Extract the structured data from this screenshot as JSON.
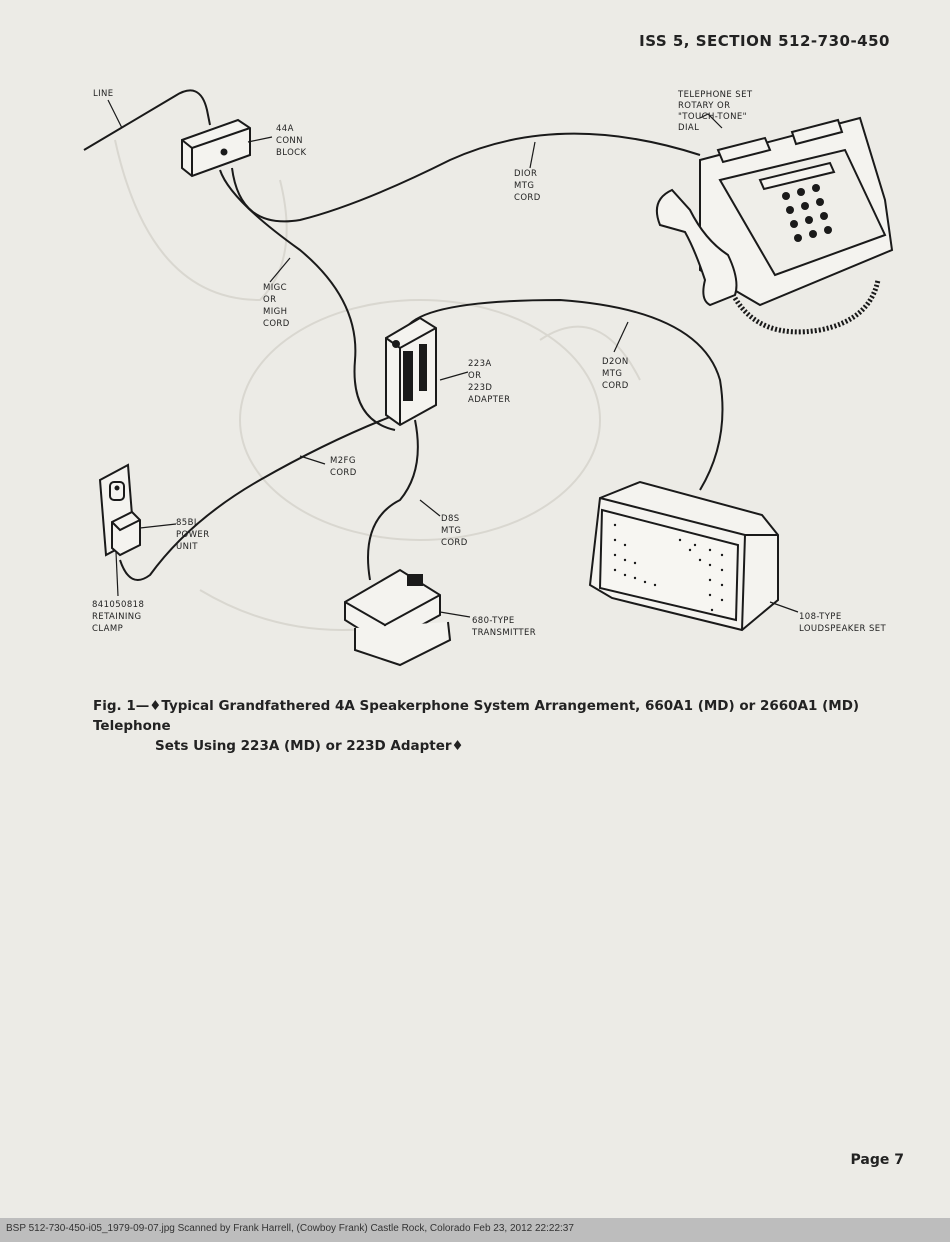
{
  "header": {
    "section": "ISS 5, SECTION 512-730-450"
  },
  "labels": {
    "line": "LINE",
    "conn_block": [
      "44A",
      "CONN",
      "BLOCK"
    ],
    "telephone_set": [
      "TELEPHONE SET",
      "ROTARY OR",
      "\"TOUCH-TONE\"",
      "DIAL"
    ],
    "d1or": [
      "DIOR",
      "MTG",
      "CORD"
    ],
    "m1gc": [
      "MIGC",
      "OR",
      "MIGH",
      "CORD"
    ],
    "adapter": [
      "223A",
      "OR",
      "223D",
      "ADAPTER"
    ],
    "d20n": [
      "D2ON",
      "MTG",
      "CORD"
    ],
    "m2fg": [
      "M2FG",
      "CORD"
    ],
    "power_unit": [
      "85BI",
      "POWER",
      "UNIT"
    ],
    "d8s": [
      "D8S",
      "MTG",
      "CORD"
    ],
    "retaining_clamp": [
      "841050818",
      "RETAINING",
      "CLAMP"
    ],
    "transmitter": [
      "680-TYPE",
      "TRANSMITTER"
    ],
    "loudspeaker": [
      "108-TYPE",
      "LOUDSPEAKER SET"
    ]
  },
  "caption": {
    "line1": "Fig. 1—♦Typical Grandfathered 4A Speakerphone System Arrangement, 660A1 (MD) or 2660A1 (MD) Telephone",
    "line2": "Sets Using 223A (MD) or 223D Adapter♦"
  },
  "page": {
    "number": "Page 7"
  },
  "footer": {
    "text": "BSP 512-730-450-i05_1979-09-07.jpg    Scanned by Frank Harrell, (Cowboy Frank) Castle Rock, Colorado   Feb 23, 2012  22:22:37"
  }
}
